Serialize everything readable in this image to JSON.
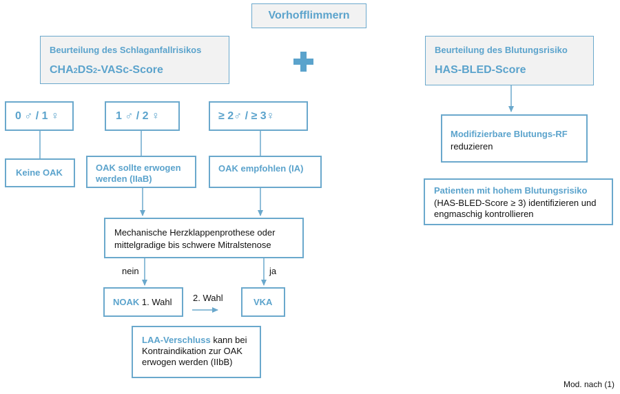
{
  "title": "Vorhofflimmern",
  "plus": "+",
  "stroke_risk": {
    "heading": "Beurteilung des Schlaganfallrisikos",
    "score_parts": [
      "CHA",
      "2",
      "DS",
      "2",
      "-VASc-Score"
    ]
  },
  "bleeding_risk": {
    "heading": "Beurteilung des Blutungsrisiko",
    "score": "HAS-BLED-Score"
  },
  "categories": [
    {
      "label": "0 ♂ / 1 ♀",
      "result": "Keine OAK"
    },
    {
      "label": "1 ♂ / 2 ♀",
      "result": "OAK sollte erwogen werden (IIaB)"
    },
    {
      "label": "≥ 2♂ / ≥ 3♀",
      "result": "OAK empfohlen (IA)"
    }
  ],
  "question": "Mechanische Herzklappenprothese oder mittelgradige bis schwere Mitralstenose",
  "answer_no": "nein",
  "answer_yes": "ja",
  "noak": {
    "bold": "NOAK",
    "rest": "1. Wahl"
  },
  "second_choice": "2. Wahl",
  "vka": "VKA",
  "laa": {
    "bold": "LAA-Verschluss",
    "rest": "kann bei Kontraindikation zur OAK erwogen werden (IIbB)"
  },
  "modifiable": {
    "bold": "Modifizierbare Blutungs-RF",
    "rest": "reduzieren"
  },
  "high_risk": {
    "bold": "Patienten mit hohem Blutungsrisiko",
    "rest": "(HAS-BLED-Score ≥ 3) identifizieren und engmaschig kontrollieren"
  },
  "footnote": "Mod. nach (1)",
  "colors": {
    "accent": "#5ba3cc",
    "border": "#6aa8cc",
    "header_fill": "#f2f2f2"
  }
}
